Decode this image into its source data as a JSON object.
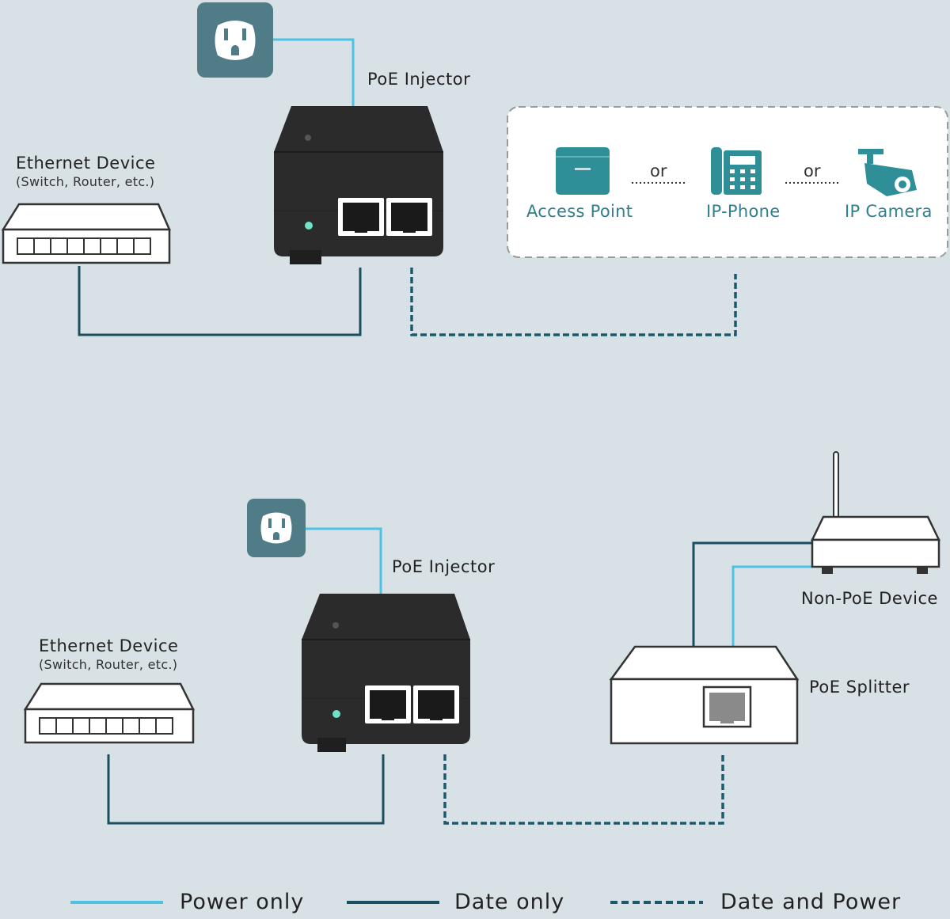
{
  "colors": {
    "background": "#d7e1e6",
    "power_line": "#4cc3e3",
    "data_line": "#1b4e5f",
    "data_power_line": "#1b5a6e",
    "outlet_tile": "#4f7c86",
    "injector_body": "#2b2b2b",
    "device_teal": "#2f8f99",
    "led": "#6fe3c7"
  },
  "top": {
    "injector_label": "PoE Injector",
    "ethernet_label": "Ethernet Device",
    "ethernet_sub": "(Switch, Router, etc.)",
    "devices": {
      "access_point": "Access Point",
      "ip_phone": "IP-Phone",
      "ip_camera": "IP Camera",
      "or_1": "or",
      "or_2": "or"
    }
  },
  "bottom": {
    "injector_label": "PoE Injector",
    "ethernet_label": "Ethernet Device",
    "ethernet_sub": "(Switch, Router, etc.)",
    "non_poe_label": "Non-PoE Device",
    "splitter_label": "PoE Splitter"
  },
  "legend": {
    "power_only": "Power only",
    "data_only": "Date only",
    "data_and_power": "Date and Power"
  }
}
